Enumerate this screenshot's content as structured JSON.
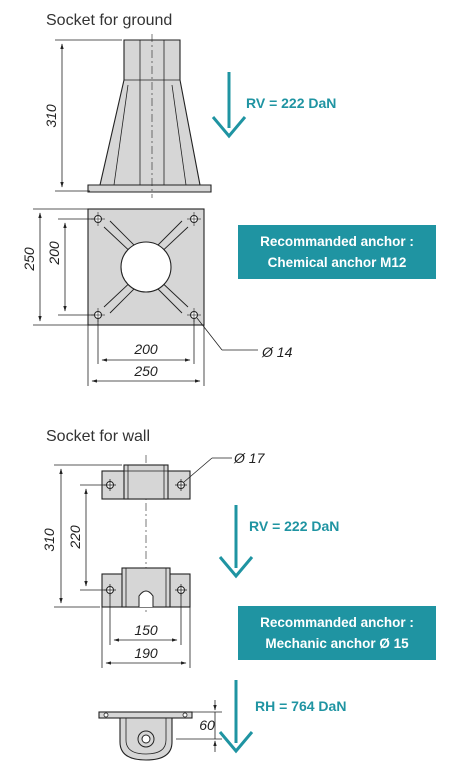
{
  "ground": {
    "title": "Socket for ground",
    "height_label": "310",
    "force_label": "RV = 222 DaN",
    "plate_outer_label": "250",
    "plate_inner_label": "200",
    "bottom_inner_label": "200",
    "bottom_outer_label": "250",
    "hole_label": "Ø 14",
    "anchor_line1": "Recommanded anchor :",
    "anchor_line2": "Chemical anchor M12"
  },
  "wall": {
    "title": "Socket for wall",
    "hole_label": "Ø 17",
    "height_outer_label": "310",
    "height_inner_label": "220",
    "force_v_label": "RV = 222 DaN",
    "width_inner_label": "150",
    "width_outer_label": "190",
    "anchor_line1": "Recommanded anchor :",
    "anchor_line2": "Mechanic anchor Ø 15",
    "depth_label": "60",
    "force_h_label": "RH = 764 DaN"
  },
  "colors": {
    "accent": "#1f94a2",
    "part_fill": "#d6d6d6",
    "line": "#222222"
  }
}
